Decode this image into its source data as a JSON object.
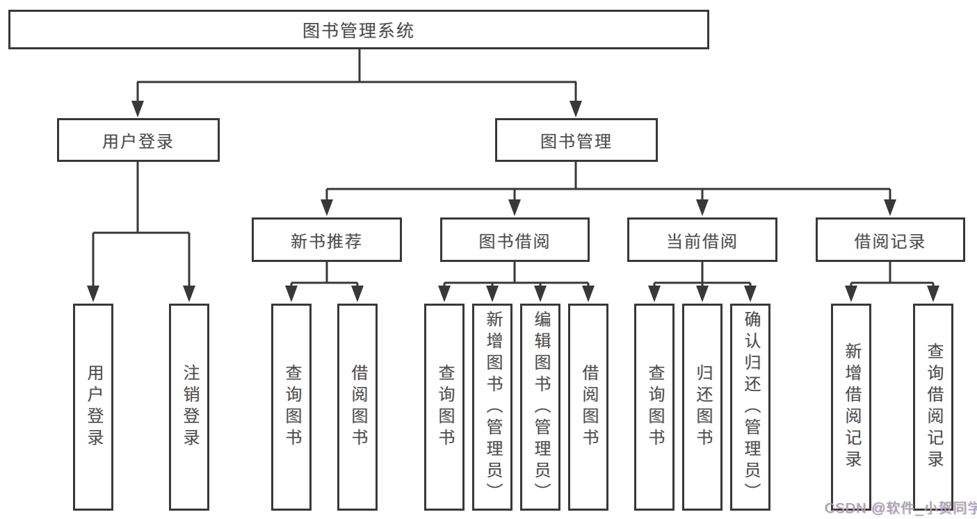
{
  "diagram": {
    "tree": {
      "label": "图书管理系统",
      "children": [
        {
          "label": "用户登录",
          "children": [
            {
              "label": "用户登录"
            },
            {
              "label": "注销登录"
            }
          ]
        },
        {
          "label": "图书管理",
          "children": [
            {
              "label": "新书推荐",
              "children": [
                {
                  "label": "查询图书"
                },
                {
                  "label": "借阅图书"
                }
              ]
            },
            {
              "label": "图书借阅",
              "children": [
                {
                  "label": "查询图书"
                },
                {
                  "label": "新增图书（管理员）"
                },
                {
                  "label": "编辑图书（管理员）"
                },
                {
                  "label": "借阅图书"
                }
              ]
            },
            {
              "label": "当前借阅",
              "children": [
                {
                  "label": "查询图书"
                },
                {
                  "label": "归还图书"
                },
                {
                  "label": "确认归还（管理员）"
                }
              ]
            },
            {
              "label": "借阅记录",
              "children": [
                {
                  "label": "新增借阅记录"
                },
                {
                  "label": "查询借阅记录"
                }
              ]
            }
          ]
        }
      ]
    },
    "colors": {
      "line": "#383838",
      "text": "#4c4c4c",
      "background": "#ffffff",
      "watermark": "#a6a6a6"
    },
    "watermark": "CSDN @软件_小贺同学"
  }
}
